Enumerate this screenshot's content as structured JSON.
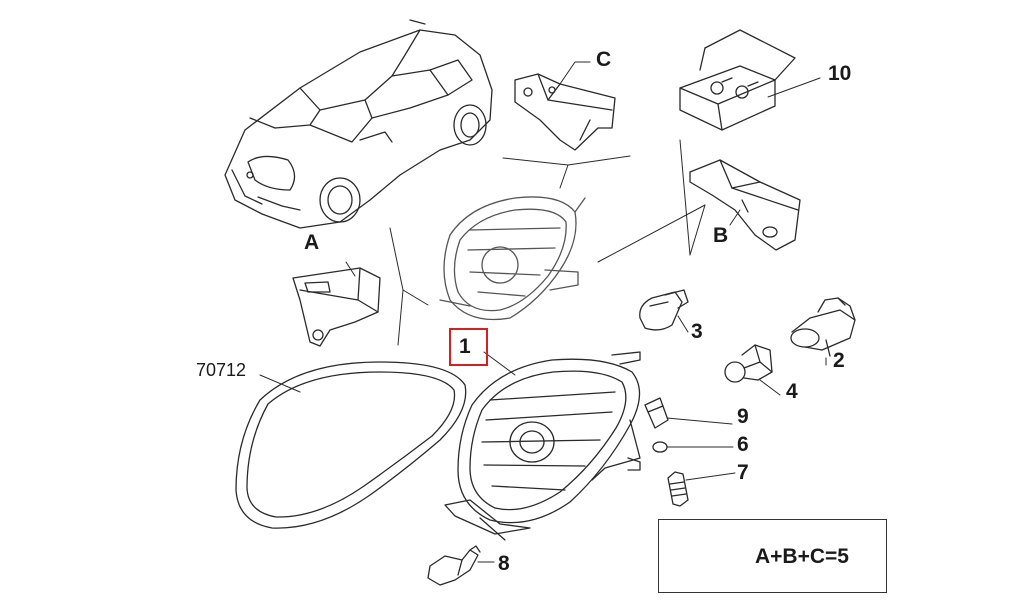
{
  "callouts": {
    "c1": "1",
    "c2": "2",
    "c3": "3",
    "c4": "4",
    "c6": "6",
    "c7": "7",
    "c8": "8",
    "c9": "9",
    "c10": "10",
    "ref": "70712",
    "a": "A",
    "b": "B",
    "c": "C"
  },
  "highlight": {
    "color": "#d42020",
    "target": "1"
  },
  "kit": {
    "formula": "A+B+C=5"
  }
}
